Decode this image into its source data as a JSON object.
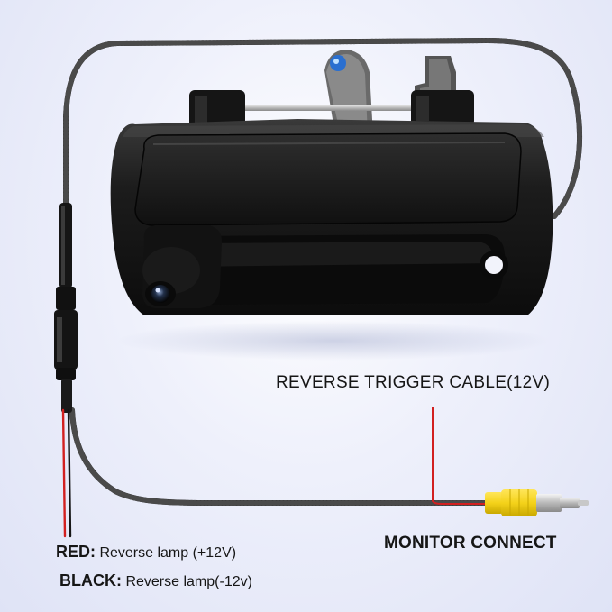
{
  "labels": {
    "reverse_trigger": "REVERSE TRIGGER CABLE(12V)",
    "monitor_connect": "MONITOR CONNECT",
    "red_key": "RED:",
    "red_desc": "Reverse lamp (+12V)",
    "black_key": "BLACK:",
    "black_desc": "Reverse lamp(-12v)"
  },
  "colors": {
    "handle": "#141414",
    "cable": "#1a1a1a",
    "red_wire": "#d22020",
    "rca_plug": "#f4d21a"
  },
  "components": [
    {
      "name": "tailgate-handle"
    },
    {
      "name": "backup-camera"
    },
    {
      "name": "rca-video-plug"
    },
    {
      "name": "power-connector"
    }
  ]
}
